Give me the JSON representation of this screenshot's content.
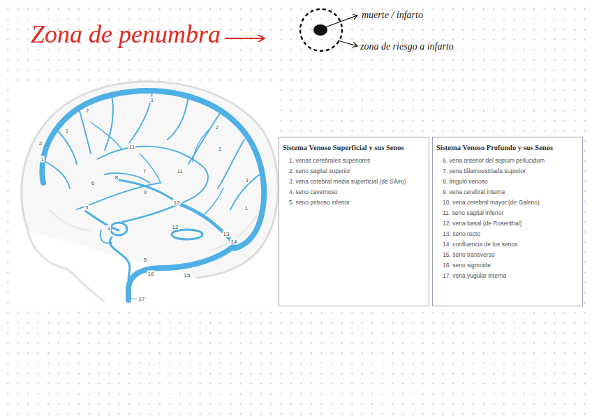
{
  "diagram": {
    "title": "Zona de penumbra",
    "nodes": [
      {
        "text": [
          "Sistema Venoso Superficial y sus Senos",
          "1. venas cerebrales superiores",
          "2. seno sagital superior",
          "3. vena cerebral media superficial (de Silvio)",
          "4. seno cavernoso",
          "5. seno petroso inferior"
        ]
      },
      {
        "text": [
          "Sistema Venoso Profundo y sus Senos",
          "6. vena anterior del septum pellucidum",
          "7. vena tálamoestriada superior",
          "8. ángulo venoso",
          "9. vena cerebral interna",
          "10. vena cerebral mayor (de Galeno)",
          "11. seno sagital inferior",
          "12. vena basal (de Rosenthal)",
          "13. seno recto",
          "14. confluencia de los senos",
          "15. seno transverso",
          "16. seno sigmoide",
          "17. vena yugular interna"
        ]
      }
    ],
    "labels": [
      "muerte / infarto",
      "zona de riesgo a infarto",
      "1",
      "2",
      "1",
      "2",
      "2",
      "1",
      "11",
      "1",
      "11",
      "7",
      "6",
      "8",
      "9",
      "1",
      "10",
      "3",
      "1",
      "4",
      "12",
      "13",
      "14",
      "5",
      "16",
      "15",
      "17"
    ]
  }
}
